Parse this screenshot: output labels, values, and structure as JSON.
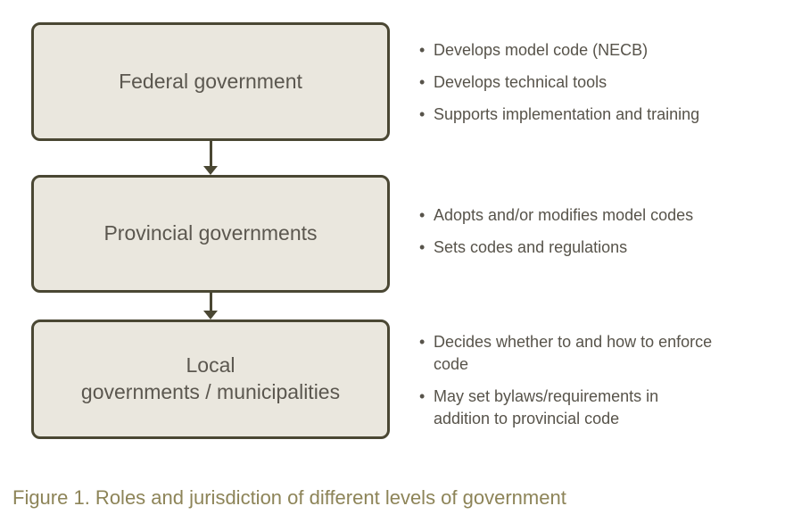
{
  "page": {
    "caption": "Figure 1. Roles and jurisdiction of different levels of government"
  },
  "colors": {
    "background": "#ffffff",
    "box_fill": "#eae7de",
    "box_border": "#4a4733",
    "box_text": "#5b574f",
    "bullet_text": "#57534a",
    "arrow": "#4a4733",
    "caption_text": "#8d8458"
  },
  "bullet_char": "•",
  "diagram": {
    "rows": [
      {
        "box_label": "Federal government",
        "bullets": [
          "Develops model code (NECB)",
          "Develops technical tools",
          "Supports implementation and training"
        ]
      },
      {
        "box_label": "Provincial governments",
        "bullets": [
          "Adopts and/or modifies model codes",
          "Sets codes and regulations"
        ]
      },
      {
        "box_label": "Local\ngovernments / municipalities",
        "bullets": [
          "Decides whether to and how to enforce\ncode",
          "May set bylaws/requirements in\naddition to provincial code"
        ]
      }
    ]
  }
}
